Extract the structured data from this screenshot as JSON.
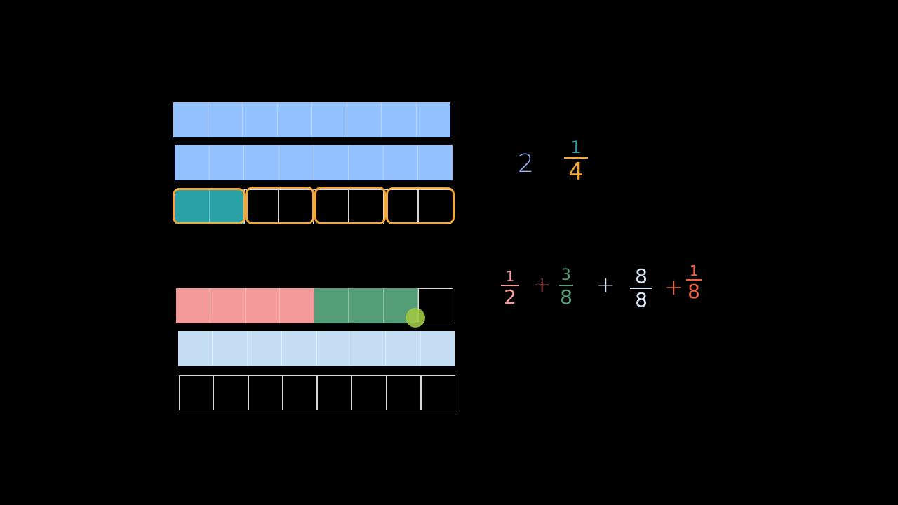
{
  "colors": {
    "blue_bar": "#93c0ff",
    "teal": "#2aa1a5",
    "orange": "#f5a83a",
    "pink": "#f59a9a",
    "green": "#549d77",
    "light_blue": "#c5ddf3",
    "red_orange": "#f2603f"
  },
  "bars": [
    {
      "name": "whole-bar-1",
      "cells": [
        "#93c0ff",
        "#93c0ff",
        "#93c0ff",
        "#93c0ff",
        "#93c0ff",
        "#93c0ff",
        "#93c0ff",
        "#93c0ff"
      ]
    },
    {
      "name": "whole-bar-2",
      "cells": [
        "#93c0ff",
        "#93c0ff",
        "#93c0ff",
        "#93c0ff",
        "#93c0ff",
        "#93c0ff",
        "#93c0ff",
        "#93c0ff"
      ]
    },
    {
      "name": "quarter-bar",
      "cells": [
        "#2aa1a5",
        "#2aa1a5",
        "",
        "",
        "",
        "",
        "",
        ""
      ]
    },
    {
      "name": "sum-bar-1",
      "cells": [
        "#f59a9a",
        "#f59a9a",
        "#f59a9a",
        "#f59a9a",
        "#549d77",
        "#549d77",
        "#549d77",
        ""
      ]
    },
    {
      "name": "sum-bar-2",
      "cells": [
        "#c5ddf3",
        "#c5ddf3",
        "#c5ddf3",
        "#c5ddf3",
        "#c5ddf3",
        "#c5ddf3",
        "#c5ddf3",
        "#c5ddf3"
      ]
    },
    {
      "name": "sum-bar-3",
      "cells": [
        "",
        "",
        "",
        "",
        "",
        "",
        "",
        ""
      ]
    }
  ],
  "mixed_number": {
    "whole": "2",
    "numerator": "1",
    "denominator": "4"
  },
  "expression": {
    "terms": [
      {
        "numerator": "1",
        "denominator": "2"
      },
      {
        "numerator": "3",
        "denominator": "8"
      },
      {
        "numerator": "8",
        "denominator": "8"
      },
      {
        "numerator": "1",
        "denominator": "8"
      }
    ],
    "plus": "+"
  }
}
